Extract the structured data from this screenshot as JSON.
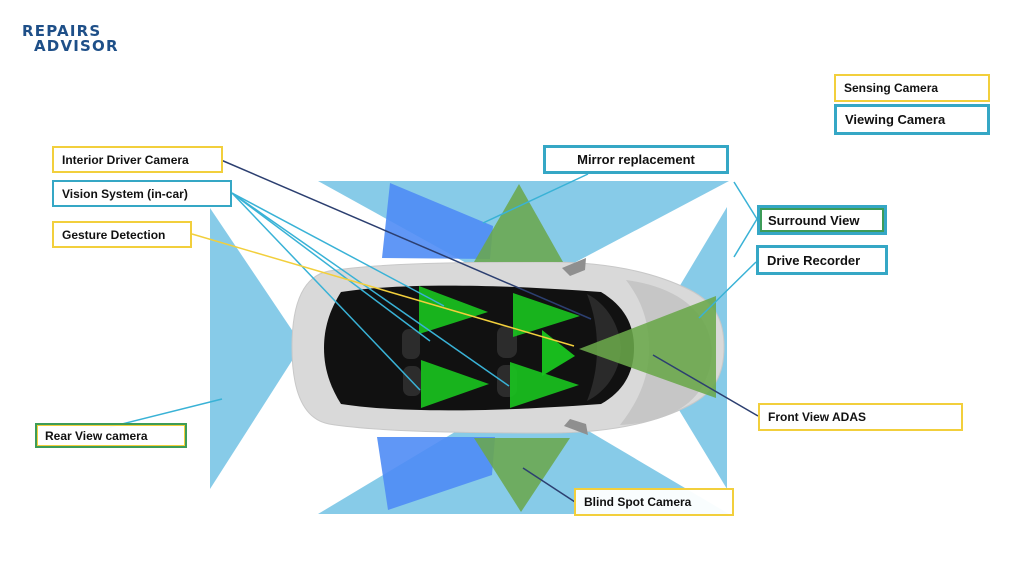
{
  "brand": {
    "line1": "REPAIRS",
    "line2": "ADVISOR"
  },
  "legend": {
    "sensing": "Sensing Camera",
    "viewing": "Viewing Camera"
  },
  "labels": {
    "interior_driver_camera": "Interior Driver Camera",
    "vision_system_in_car": "Vision System (in-car)",
    "gesture_detection": "Gesture Detection",
    "mirror_replacement": "Mirror replacement",
    "surround_view": "Surround View",
    "drive_recorder": "Drive Recorder",
    "rear_view_camera": "Rear View camera",
    "front_view_adas": "Front View ADAS",
    "blind_spot_camera": "Blind Spot Camera"
  },
  "colors": {
    "viewing_fill": "#7dc7e6",
    "mirror_fill": "#4f8cf5",
    "sensing_fill": "#6aa74a",
    "interior_sensing_fill": "#19c51f",
    "sensing_border": "#f2cf3c",
    "viewing_border": "#35a7c5",
    "car_body": "#d9d9d9",
    "cabin": "#111111",
    "brand_text": "#1e4f88"
  }
}
